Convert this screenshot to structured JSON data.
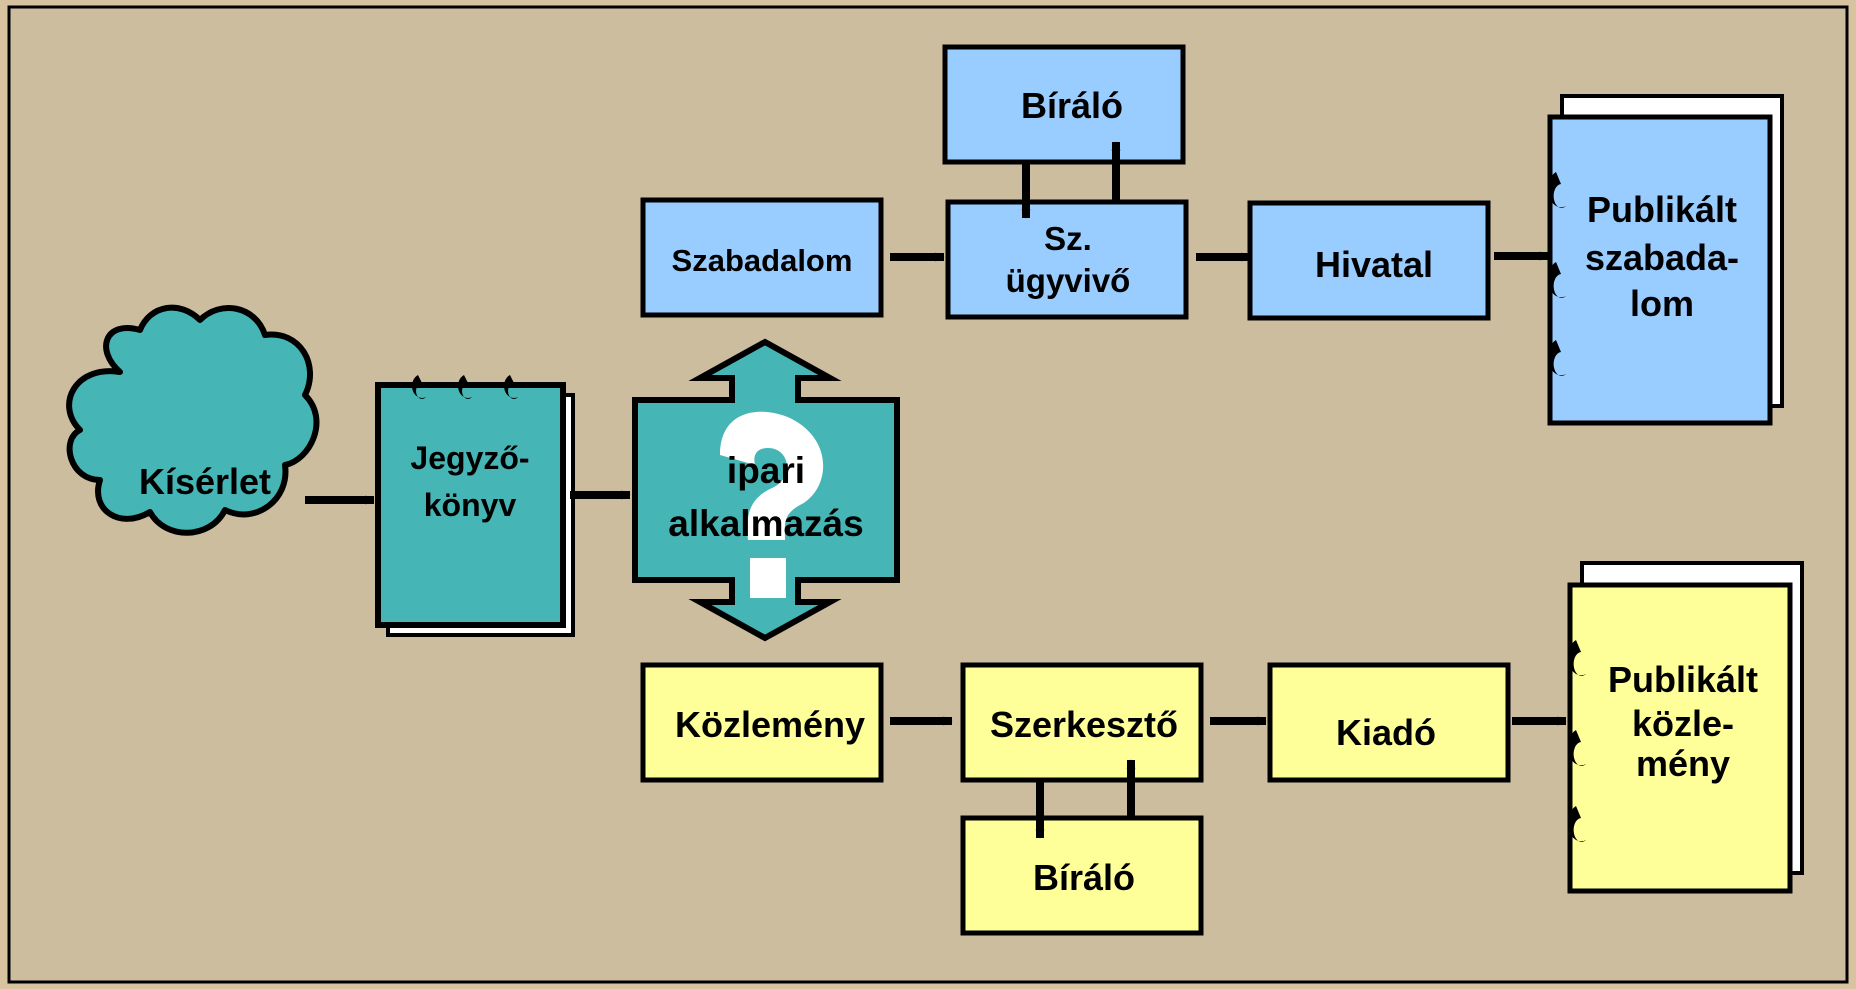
{
  "colors": {
    "background": "#ccbd9f",
    "frame_border": "#000000",
    "patent_fill": "#99ccff",
    "publication_fill": "#ffff99",
    "start_fill": "#45b5b5",
    "question_mark": "#ffffff",
    "stroke": "#000000"
  },
  "nodes": {
    "experiment": {
      "label": "Kísérlet",
      "shape": "cloud"
    },
    "notebook": {
      "line1": "Jegyző-",
      "line2": "könyv",
      "shape": "spiral-notebook"
    },
    "industrial": {
      "line1": "ipari",
      "line2": "alkalmazás",
      "shape": "double-arrow",
      "overlay_icon": "question-mark-icon"
    },
    "patent_branch": {
      "patent": {
        "label": "Szabadalom"
      },
      "attorney": {
        "line1": "Sz.",
        "line2": "ügyvivő"
      },
      "attorney_reviewer": {
        "label": "Bíráló"
      },
      "office": {
        "label": "Hivatal"
      },
      "published": {
        "line1": "Publikált",
        "line2": "szabada-",
        "line3": "lom"
      }
    },
    "publication_branch": {
      "paper": {
        "label": "Közlemény"
      },
      "editor": {
        "label": "Szerkesztő"
      },
      "editor_reviewer": {
        "label": "Bíráló"
      },
      "publisher": {
        "label": "Kiadó"
      },
      "published": {
        "line1": "Publikált",
        "line2": "közle-",
        "line3": "mény"
      }
    }
  }
}
